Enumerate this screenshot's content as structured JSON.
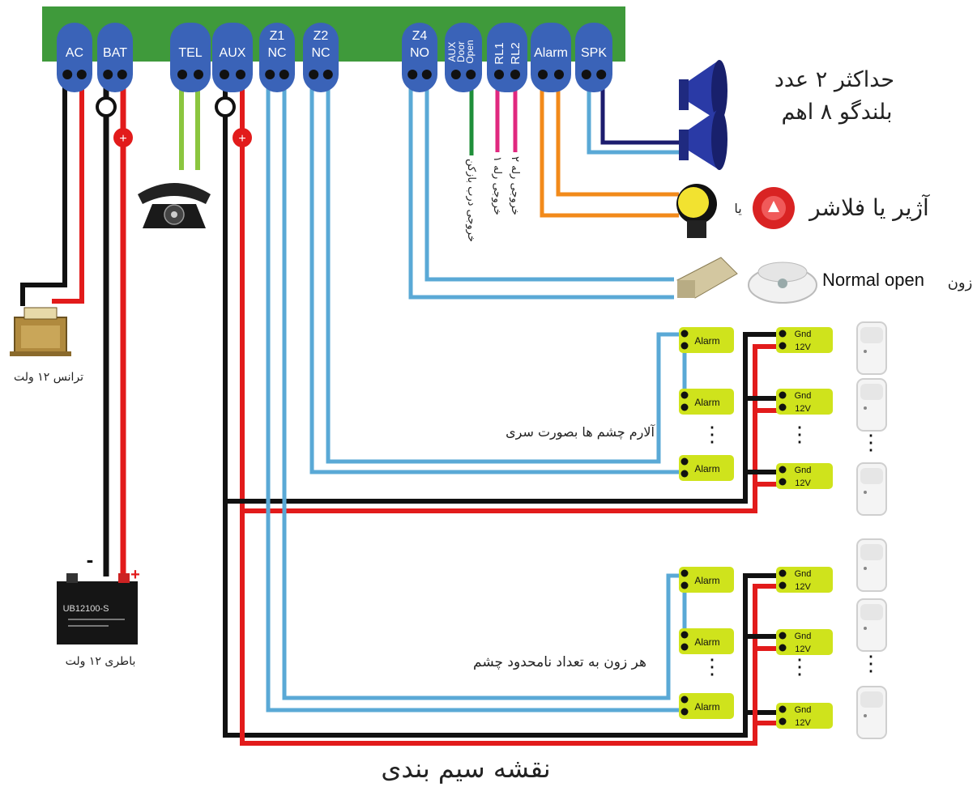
{
  "board": {
    "terminals": [
      {
        "id": "AC",
        "lines": [
          "AC"
        ]
      },
      {
        "id": "BAT",
        "lines": [
          "BAT"
        ]
      },
      {
        "id": "TEL",
        "lines": [
          "TEL"
        ]
      },
      {
        "id": "AUX",
        "lines": [
          "AUX"
        ]
      },
      {
        "id": "Z1",
        "lines": [
          "Z1",
          "NC"
        ]
      },
      {
        "id": "Z2",
        "lines": [
          "Z2",
          "NC"
        ]
      },
      {
        "id": "Z4",
        "lines": [
          "Z4",
          "NO"
        ]
      },
      {
        "id": "DOOR",
        "lines": [
          "AUX",
          "Door",
          "Open"
        ]
      },
      {
        "id": "RL1",
        "lines": [
          "RL1"
        ]
      },
      {
        "id": "RL2",
        "lines": [
          "RL2"
        ]
      },
      {
        "id": "ALARM",
        "lines": [
          "Alarm"
        ]
      },
      {
        "id": "SPK",
        "lines": [
          "SPK"
        ]
      }
    ]
  },
  "labels": {
    "speaker_note_line1": "حداکثر ۲ عدد",
    "speaker_note_line2": "بلندگو ۸ اهم",
    "siren_or": "یا",
    "siren_label": "آژیر یا فلاشر",
    "zone_label": "زون",
    "normal_open": "Normal open",
    "door_output": "خروجی درب بازکن",
    "relay1_output": "خروجی رله ۱",
    "relay2_output": "خروجی رله ۲",
    "transformer": "ترانس ۱۲ ولت",
    "battery": "باطری ۱۲ ولت",
    "battery_model": "UB12100-S",
    "battery_minus": "-",
    "battery_plus": "+",
    "series_note": "آلارم چشم ها بصورت سری",
    "unlimited_note": "هر زون به تعداد نامحدود چشم",
    "diagram_title": "نقشه سیم بندی",
    "sensor_alarm": "Alarm",
    "sensor_gnd": "Gnd",
    "sensor_12v": "12V",
    "dots": "⋮"
  },
  "colors": {
    "board": "#3f9a3b",
    "terminal": "#3a63b8",
    "wire_black": "#111111",
    "wire_red": "#e21b1b",
    "wire_blue": "#5aa9d6",
    "wire_green": "#8bc63f",
    "wire_door": "#1f8f3a",
    "wire_relay": "#e0287f",
    "wire_orange": "#f28a1a",
    "wire_navy": "#1c1c6e",
    "sensor_block": "#cfe31c"
  }
}
